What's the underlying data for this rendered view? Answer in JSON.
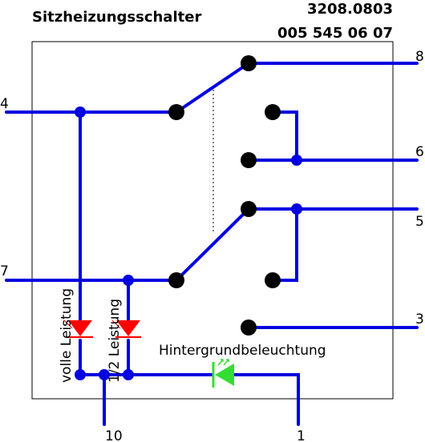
{
  "header": {
    "title": "Sitzheizungsschalter",
    "part_number_1": "3208.0803",
    "part_number_2": "005 545 06 07"
  },
  "pins": {
    "p1": "1",
    "p3": "3",
    "p4": "4",
    "p5": "5",
    "p6": "6",
    "p7": "7",
    "p8": "8",
    "p10": "10"
  },
  "labels": {
    "full_power": "volle Leistung",
    "half_power": "1/2 Leistung",
    "backlight": "Hintergrundbeleuchtung"
  },
  "colors": {
    "wire": "#0000e0",
    "diode": "#ff0000",
    "led": "#33dd33",
    "contact": "#000000"
  }
}
